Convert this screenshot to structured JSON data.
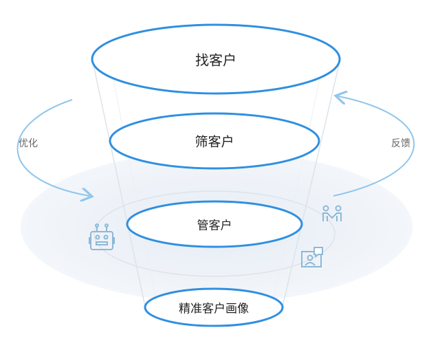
{
  "stages": [
    "找客户",
    "筛客户",
    "管客户",
    "精准客户画像"
  ],
  "loop": {
    "left": "优化",
    "right": "反馈"
  },
  "icons": [
    "robot-icon",
    "handshake-icon",
    "profile-chat-icon"
  ],
  "colors": {
    "ring": "#2f8fe0",
    "arrow": "#8fc6ec",
    "icon": "#8cb8d6",
    "backdrop": "#eef2f8"
  }
}
